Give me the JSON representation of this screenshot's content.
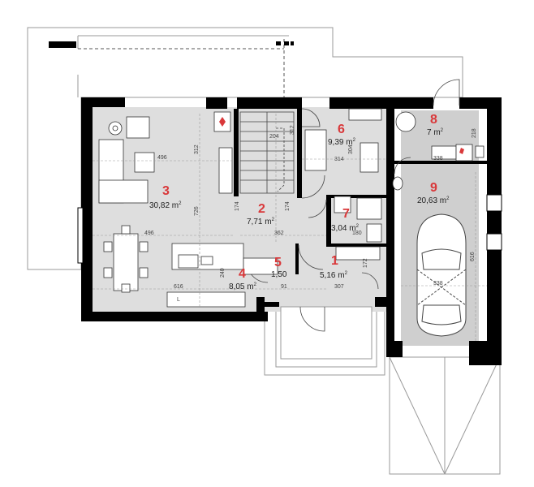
{
  "rooms": [
    {
      "id": "r1",
      "number": "1",
      "area": "5,16 m",
      "sup": "2"
    },
    {
      "id": "r2",
      "number": "2",
      "area": "7,71 m",
      "sup": "2"
    },
    {
      "id": "r3",
      "number": "3",
      "area": "30,82 m",
      "sup": "2"
    },
    {
      "id": "r4",
      "number": "4",
      "area": "8,05 m",
      "sup": "2"
    },
    {
      "id": "r5",
      "number": "5",
      "area": "1,50",
      "sup": ""
    },
    {
      "id": "r6",
      "number": "6",
      "area": "9,39 m",
      "sup": "2"
    },
    {
      "id": "r7",
      "number": "7",
      "area": "3,04 m",
      "sup": "2"
    },
    {
      "id": "r8",
      "number": "8",
      "area": "7 m",
      "sup": "2"
    },
    {
      "id": "r9",
      "number": "9",
      "area": "20,63 m",
      "sup": "2"
    }
  ],
  "dimensions": {
    "d496a": "496",
    "d312a": "312",
    "d204": "204",
    "d312b": "312",
    "d314": "314",
    "d304": "304",
    "d218": "218",
    "d338a": "338",
    "d726": "726",
    "d174a": "174",
    "d174b": "174",
    "d496b": "496",
    "d362": "362",
    "d180": "180",
    "d616a": "616",
    "d240": "240",
    "d91": "91",
    "d307": "307",
    "d172": "172",
    "d338b": "338",
    "d616b": "616",
    "dL": "L"
  },
  "colors": {
    "wall": "#000000",
    "floor": "#dedede",
    "garage": "#cfcfcf",
    "outline": "#9a9a9a",
    "label": "#d9383a"
  }
}
